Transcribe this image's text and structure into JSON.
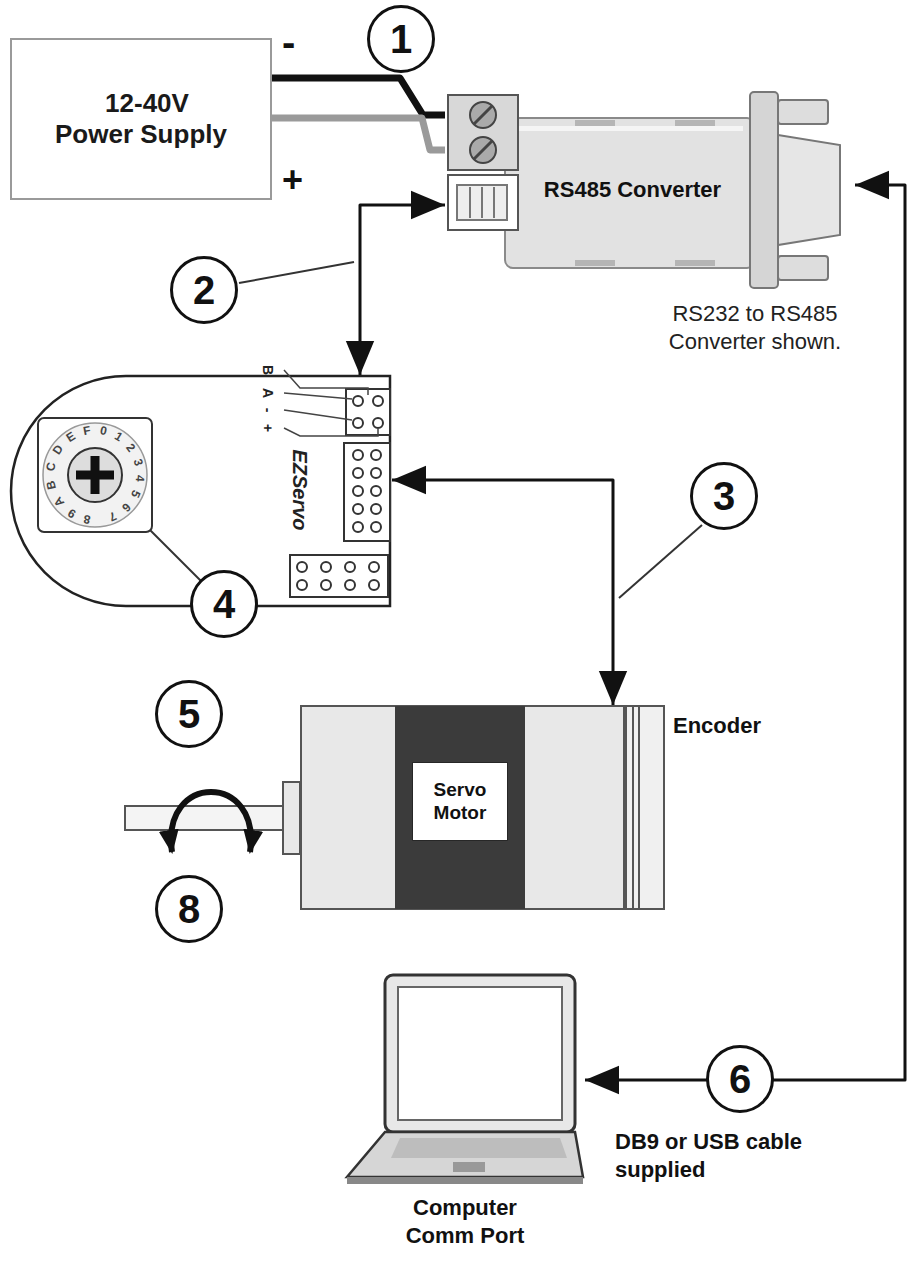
{
  "diagram": {
    "nodes": [
      {
        "text": [
          "12-40V Power Supply"
        ]
      },
      {
        "text": [
          "RS485 Converter"
        ]
      },
      {
        "text": [
          "EZServo"
        ]
      },
      {
        "text": [
          "Servo Motor"
        ]
      },
      {
        "text": [
          "Encoder"
        ]
      },
      {
        "text": [
          "Computer Comm Port"
        ]
      }
    ],
    "edges": [
      {
        "from": 0,
        "to": 1,
        "arrow": "none"
      },
      {
        "from": 0,
        "to": 1,
        "arrow": "none"
      },
      {
        "from": 1,
        "to": 2,
        "arrow": "both"
      },
      {
        "from": 2,
        "to": 3,
        "arrow": "both"
      },
      {
        "from": 1,
        "to": 5,
        "arrow": "both"
      }
    ],
    "labels": [
      "1",
      "-",
      "+",
      "RS232 to RS485 Converter shown.",
      "2",
      "B",
      "A",
      "-",
      "+",
      "89ABCDEF01234567",
      "3",
      "4",
      "5",
      "8",
      "6",
      "DB9 or USB cable supplied"
    ]
  }
}
